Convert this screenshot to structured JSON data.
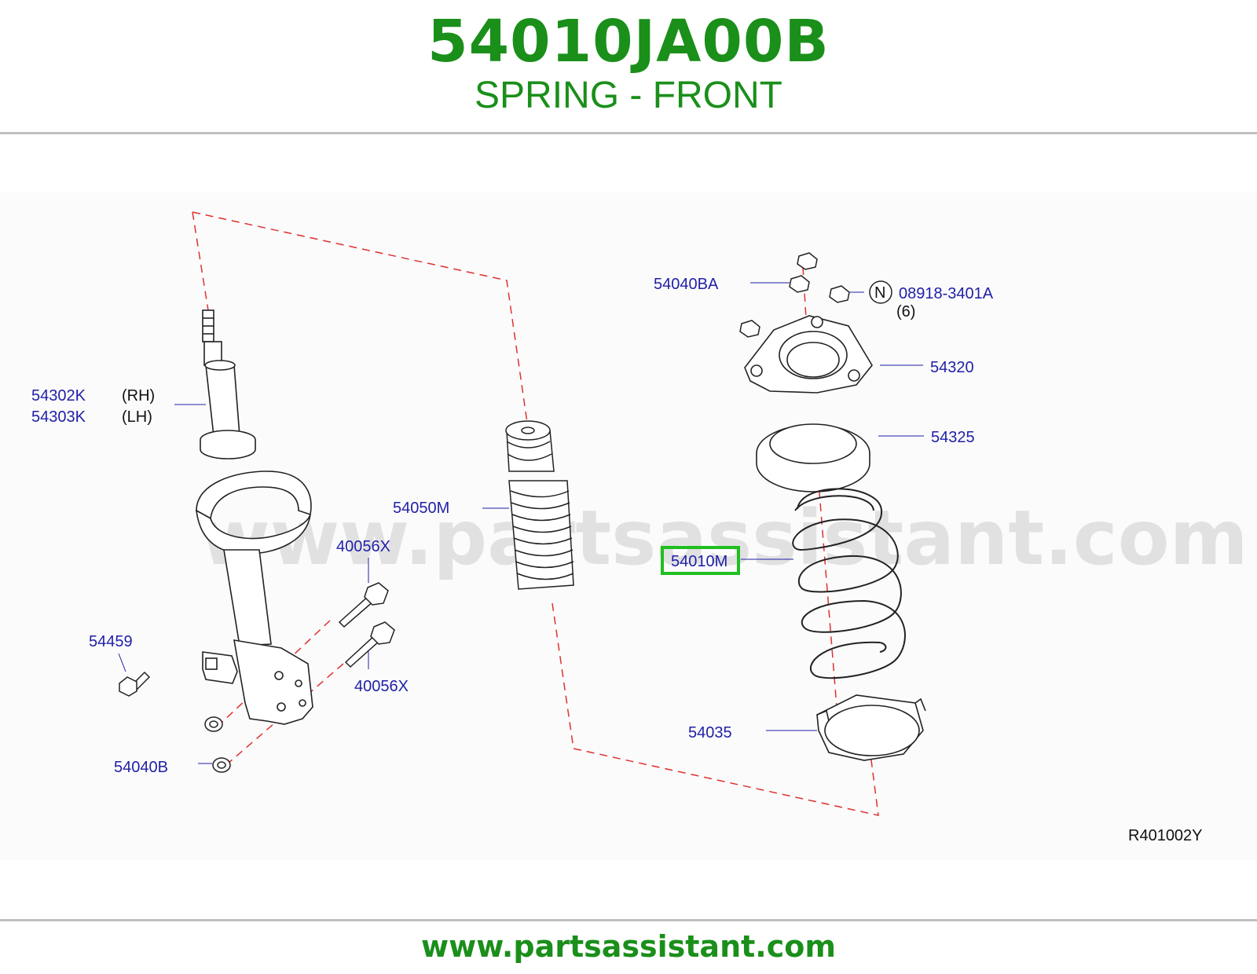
{
  "header": {
    "part_number": "54010JA00B",
    "part_name": "SPRING - FRONT"
  },
  "diagram": {
    "callouts": {
      "strut_rh": "54302K",
      "strut_rh_side": "(RH)",
      "strut_lh": "54303K",
      "strut_lh_side": "(LH)",
      "bumper": "54050M",
      "bolt_upper": "40056X",
      "bolt_lower": "40056X",
      "bracket_bolt": "54459",
      "lower_nut": "54040B",
      "mount_nut": "54040BA",
      "flag_letter": "N",
      "fastener": "08918-3401A",
      "fastener_qty": "(6)",
      "mount": "54320",
      "bearing": "54325",
      "spring": "54010M",
      "seat": "54035"
    },
    "highlighted": "54010M",
    "watermark": "www.partsassistant.com",
    "drawing_code": "R401002Y"
  },
  "colors": {
    "brand_green": "#1a8f1a",
    "callout_blue": "#1f1fa8",
    "highlight_box": "#1fbf1f",
    "guide_dash": "#e03030"
  },
  "footer": {
    "url": "www.partsassistant.com"
  }
}
